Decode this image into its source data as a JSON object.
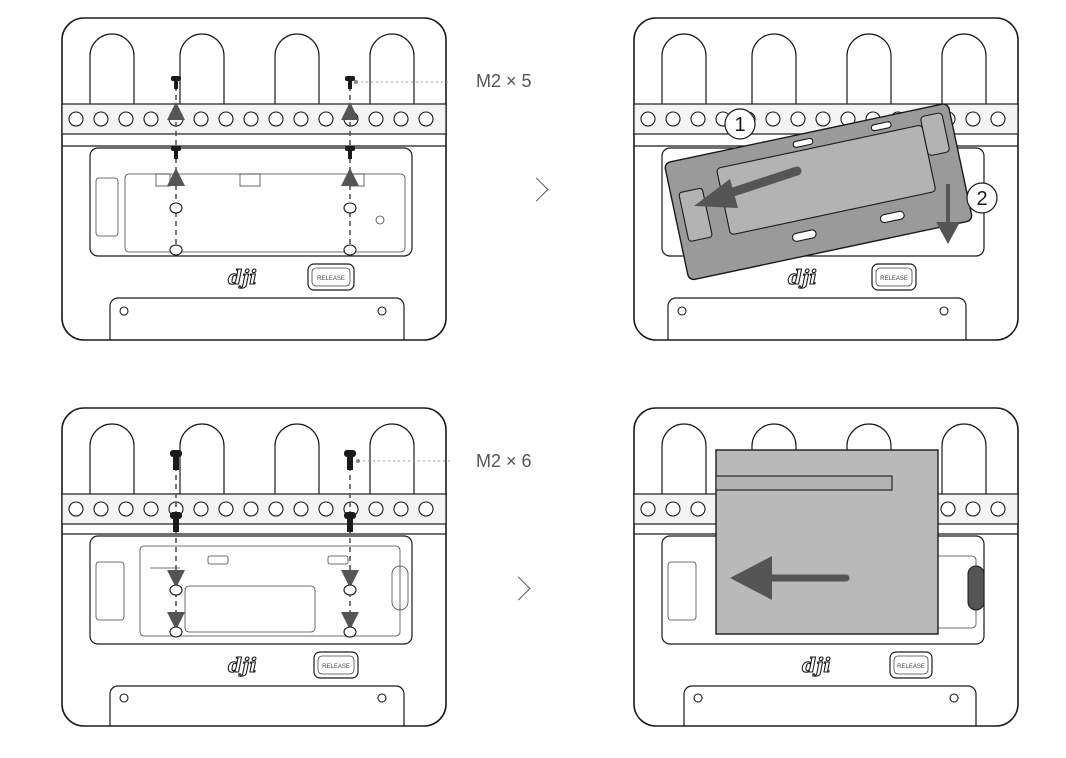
{
  "panels": [
    {
      "id": "step1",
      "screw_label": "M2 × 5",
      "button_label": "RELEASE"
    },
    {
      "id": "step2",
      "button_label": "RELEASE",
      "step_markers": [
        "1",
        "2"
      ]
    },
    {
      "id": "step3",
      "screw_label": "M2 × 6",
      "button_label": "RELEASE"
    },
    {
      "id": "step4",
      "button_label": "RELEASE"
    }
  ],
  "logo_text": "dji",
  "icons": {
    "next_step": "chevron-right-icon",
    "screw": "screw-icon",
    "direction": "arrow-icon"
  }
}
